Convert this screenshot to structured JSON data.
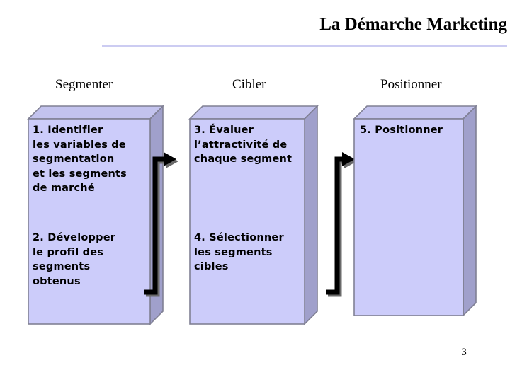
{
  "slide": {
    "title": "La Démarche Marketing",
    "page_number": "3",
    "background_color": "#FFFFFF",
    "rule_color": "#CCCCF2"
  },
  "columns": [
    {
      "header": "Segmenter"
    },
    {
      "header": "Cibler"
    },
    {
      "header": "Positionner"
    }
  ],
  "boxes": [
    {
      "id": "box-segmenter",
      "fill_front": "#CCCCFA",
      "fill_side": "#A0A0CB",
      "fill_top": "#C3C3EE",
      "border": "#808094",
      "items": [
        {
          "text": "1. Identifier\nles variables de\nsegmentation\net les segments\nde marché"
        },
        {
          "text": "2. Développer\nle profil des\nsegments\nobtenus"
        }
      ]
    },
    {
      "id": "box-cibler",
      "fill_front": "#CCCCFA",
      "fill_side": "#A0A0CB",
      "fill_top": "#C3C3EE",
      "border": "#808094",
      "items": [
        {
          "text": "3.  Évaluer\nl’attractivité de\nchaque segment"
        },
        {
          "text": "4.  Sélectionner\n les segments\n cibles"
        }
      ]
    },
    {
      "id": "box-positionner",
      "fill_front": "#CCCCFA",
      "fill_side": "#A0A0CB",
      "fill_top": "#C3C3EE",
      "border": "#808094",
      "items": [
        {
          "text": "5.   Positionner"
        }
      ]
    }
  ],
  "arrows": [
    {
      "id": "arrow-segmenter-to-cibler",
      "color": "#000000",
      "direction": "right"
    },
    {
      "id": "arrow-cibler-to-positionner",
      "color": "#000000",
      "direction": "right"
    }
  ]
}
